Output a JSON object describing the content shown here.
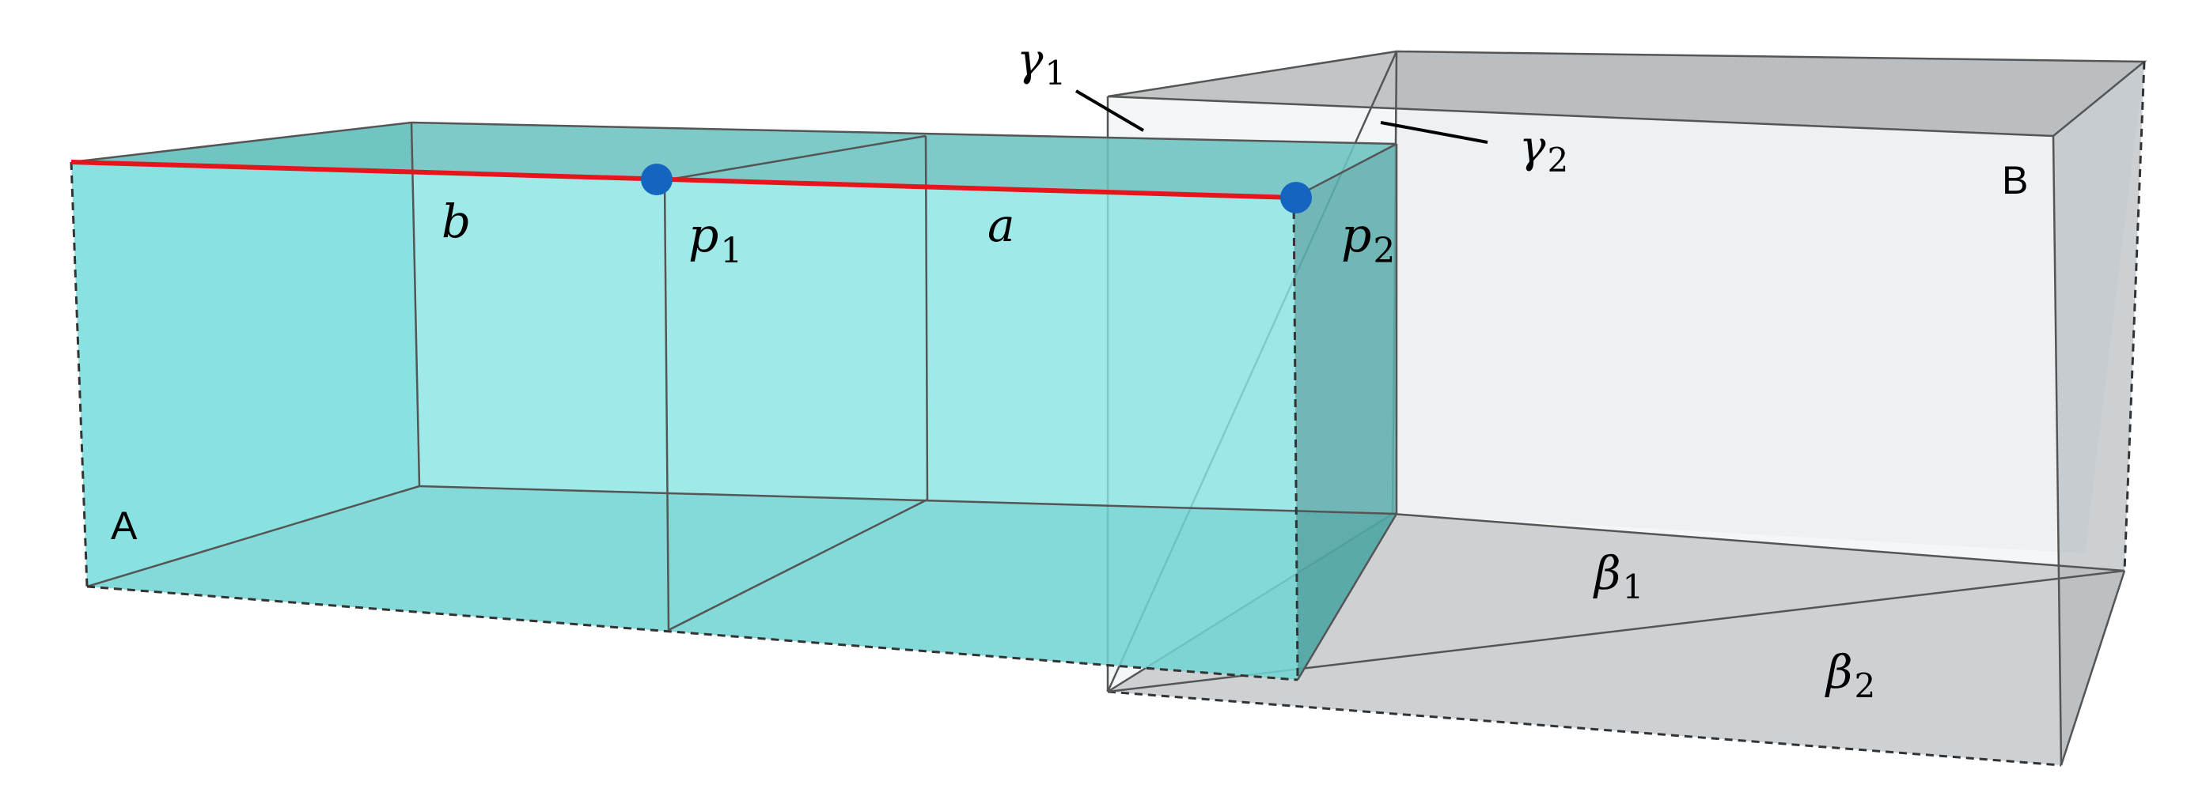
{
  "colors": {
    "box_a_fill": "#7fe2e2",
    "box_b_fill": "#c8cbcf",
    "highlight_line": "#e8141c",
    "point": "#1565c0"
  },
  "labels": {
    "box_a": "A",
    "box_b": "B",
    "a": {
      "main": "a",
      "sub": ""
    },
    "b": {
      "main": "b",
      "sub": ""
    },
    "p1": {
      "main": "p",
      "sub": "1"
    },
    "p2": {
      "main": "p",
      "sub": "2"
    },
    "gamma1": {
      "main": "γ",
      "sub": "1"
    },
    "gamma2": {
      "main": "γ",
      "sub": "2"
    },
    "beta1": {
      "main": "β",
      "sub": "1"
    },
    "beta2": {
      "main": "β",
      "sub": "2"
    }
  }
}
